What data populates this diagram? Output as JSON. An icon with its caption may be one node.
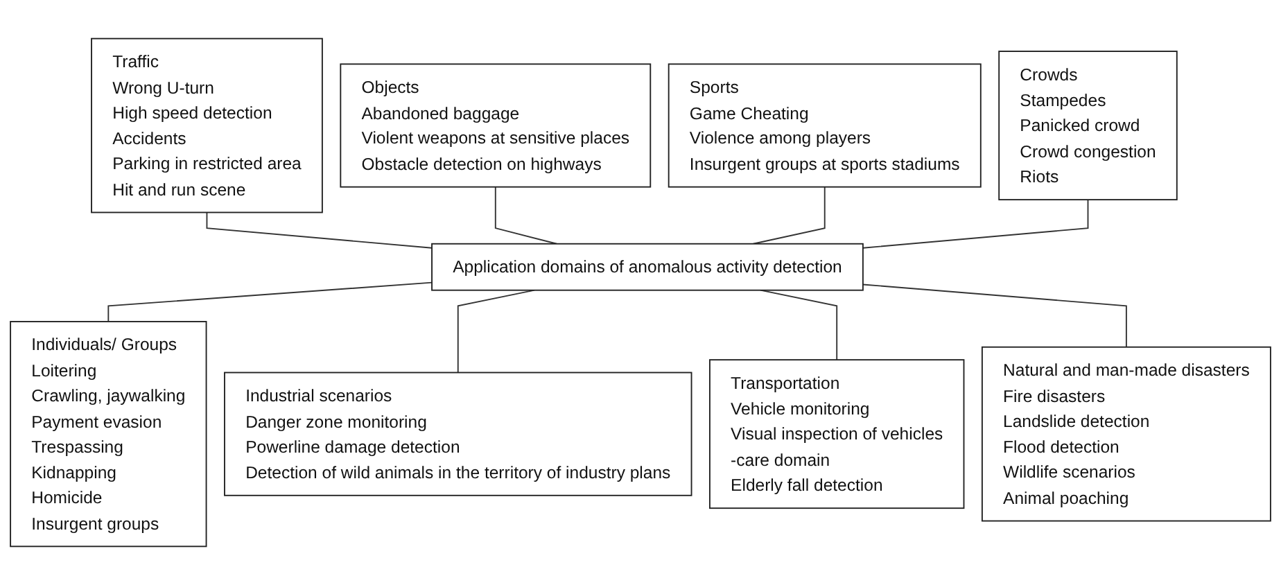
{
  "diagram": {
    "nodes": [
      {
        "text": [
          "Traffic",
          "Wrong U-turn",
          "High speed detection",
          "Accidents",
          "Parking in restricted area",
          "Hit and run scene"
        ]
      },
      {
        "text": [
          "Objects",
          "Abandoned baggage",
          "Violent weapons at sensitive places",
          "Obstacle detection on highways"
        ]
      },
      {
        "text": [
          "Sports",
          "Game Cheating",
          "Violence among players",
          "Insurgent groups at sports stadiums"
        ]
      },
      {
        "text": [
          "Crowds",
          "Stampedes",
          "Panicked crowd",
          "Crowd congestion",
          "Riots"
        ]
      },
      {
        "text": [
          "Application domains of anomalous activity detection"
        ]
      },
      {
        "text": [
          "Individuals/ Groups",
          "Loitering",
          "Crawling, jaywalking",
          "Payment evasion",
          "Trespassing",
          "Kidnapping",
          "Homicide",
          "Insurgent groups"
        ]
      },
      {
        "text": [
          "Industrial scenarios",
          "Danger zone monitoring",
          "Powerline damage detection",
          "Detection of wild animals in the territory of industry plans"
        ]
      },
      {
        "text": [
          "Transportation",
          "Vehicle monitoring",
          "Visual inspection of vehicles",
          "-care domain",
          "Elderly fall detection"
        ]
      },
      {
        "text": [
          "Natural and man-made disasters",
          "Fire disasters",
          "Landslide detection",
          "Flood detection",
          "Wildlife scenarios",
          "Animal poaching"
        ]
      }
    ],
    "edges": [
      {
        "from": 0,
        "to": 4,
        "arrow": "none"
      },
      {
        "from": 1,
        "to": 4,
        "arrow": "none"
      },
      {
        "from": 2,
        "to": 4,
        "arrow": "none"
      },
      {
        "from": 3,
        "to": 4,
        "arrow": "none"
      },
      {
        "from": 4,
        "to": 5,
        "arrow": "none"
      },
      {
        "from": 4,
        "to": 6,
        "arrow": "none"
      },
      {
        "from": 4,
        "to": 7,
        "arrow": "none"
      },
      {
        "from": 4,
        "to": 8,
        "arrow": "none"
      }
    ]
  }
}
